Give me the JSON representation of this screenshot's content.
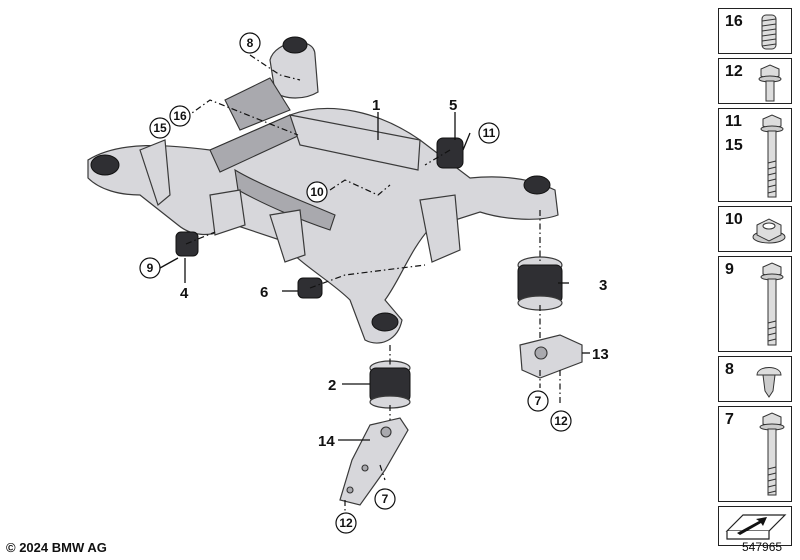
{
  "callouts": {
    "c1": "1",
    "c2": "2",
    "c3": "3",
    "c4": "4",
    "c5": "5",
    "c6": "6",
    "c7a": "7",
    "c7b": "7",
    "c8": "8",
    "c9": "9",
    "c10": "10",
    "c11": "11",
    "c12a": "12",
    "c12b": "12",
    "c13": "13",
    "c14": "14",
    "c15": "15",
    "c16": "16"
  },
  "sidebar": {
    "items": [
      {
        "label": "16",
        "icon": "threaded-insert-icon"
      },
      {
        "label": "12",
        "icon": "hex-collar-screw-icon"
      },
      {
        "label": "11",
        "label2": "15",
        "icon": "long-hex-bolt-icon"
      },
      {
        "label": "10",
        "icon": "hex-collar-nut-icon"
      },
      {
        "label": "9",
        "icon": "long-hex-bolt-icon"
      },
      {
        "label": "8",
        "icon": "plastic-rivet-icon"
      },
      {
        "label": "7",
        "icon": "hex-collar-bolt-icon"
      },
      {
        "label": "",
        "icon": "orientation-arrow-icon"
      }
    ]
  },
  "footer": {
    "copyright": "© 2024 BMW AG",
    "document_number": "547965"
  },
  "colors": {
    "part_fill": "#d7d7db",
    "bushing": "#2f2f33",
    "line": "#111111"
  }
}
